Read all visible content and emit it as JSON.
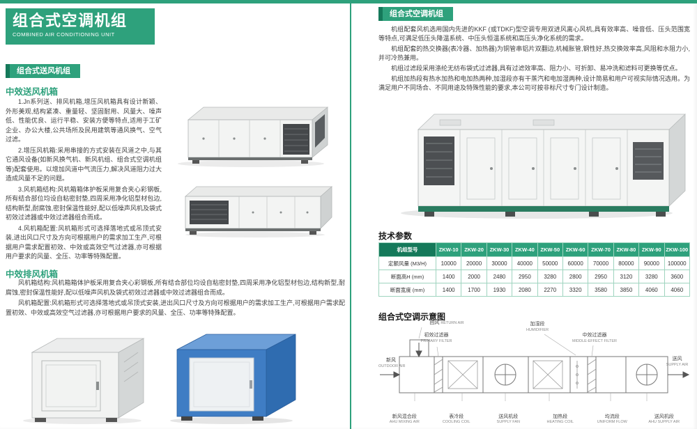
{
  "colors": {
    "accent": "#2ea17c",
    "accent_dark": "#15795a"
  },
  "left": {
    "header": {
      "title_cn": "组合式空调机组",
      "title_en": "COMBINED AIR CONDITIONING UNIT"
    },
    "section_label": "组合式送风机组",
    "supply_box": {
      "heading": "中效送风机箱",
      "paragraphs": [
        "1.Jn系列送、排风机箱,增压风机箱具有设计新颖、外形美观,结构紧凑、重量轻、坚固耐用、风量大、噪声低、性能优良、运行平稳、安装方便等特点,适用于工矿企业、办公大楼,公共场所及民用建筑等通风换气、空气过滤。",
        "2.增压风机箱:采用串接的方式安装在风道之中,与其它通风设备(如新风换气机、新风机组、组合式空调机组等)配套使用。以增加风道中气流压力,解决风道阻力过大造成风量不足的问题。",
        "3.风机箱结构:风机箱箱体护板采用复合夹心彩钢板,所有结合部位均设自粘密封垫,四周采用净化铝型材包边,结构新型,耐腐蚀,密封保温性能好,配以低噪声风机及袋式初效过滤器或中效过滤器组合而成。",
        "4.风机箱配置:风机箱形式可选择落地式或吊顶式安装,进出风口尺寸及方向可根据用户的需求加工生产,可根据用户需求配置初效、中效或高效空气过滤器,亦可根据用户要求的风量、全压、功率等特殊配置。"
      ]
    },
    "exhaust_box": {
      "heading": "中效排风机箱",
      "paragraphs": [
        "风机箱结构:风机箱箱体护板采用复合夹心彩钢板,所有结合部位均设自粘密封垫,四周采用净化铝型材包边,结构新型,耐腐蚀,密封保温性能好,配以低噪声风机及袋式初效过滤器或中效过滤器组合而成。",
        "风机箱配置:风机箱形式可选择落地式或吊顶式安装,进出风口尺寸及方向可根据用户的需求加工生产,可根据用户需求配置初效、中效或高效空气过滤器,亦可根据用户要求的风量、全压、功率等特殊配置。"
      ]
    }
  },
  "right": {
    "section_label": "组合式空调机组",
    "paragraphs": [
      "机组配套风机选用国内先进的KKF (或TDKF)型空调专用双进风离心风机,具有效率高、噪音低、压头范围宽等特点,可满足低压头降温系统、中压头恒温系统和高压头净化系统的需求。",
      "机组配套的热交换器(表冷器、加热器)为铜管串铝片双翻边,机械胀管,钢性好,热交换效率高,风阻和水阻力小,并可冷热兼用。",
      "机组过滤段采用涤纶无纺布袋式过滤器,具有过滤效率高、阻力小、可折卸、易冲洗和滤料可更换等优点。",
      "机组加热段有热水加热和电加热两种,加湿段亦有干蒸汽和电加湿两种,设计简易和用户可视实际情况选用。为满足用户不同场合、不同用途及特殊性能的要求,本公司可按非标尺寸专门设计制造。"
    ],
    "tech": {
      "heading": "技术参数",
      "table": {
        "header": [
          "机组型号",
          "ZKW-10",
          "ZKW-20",
          "ZKW-30",
          "ZKW-40",
          "ZKW-50",
          "ZKW-60",
          "ZKW-70",
          "ZKW-80",
          "ZKW-90",
          "ZKW-100"
        ],
        "rows": [
          {
            "label": "定额风量 (M3/H)",
            "values": [
              "10000",
              "20000",
              "30000",
              "40000",
              "50000",
              "60000",
              "70000",
              "80000",
              "90000",
              "100000"
            ]
          },
          {
            "label": "断面高H (mm)",
            "values": [
              "1400",
              "2000",
              "2480",
              "2950",
              "3280",
              "2800",
              "2950",
              "3120",
              "3280",
              "3600"
            ]
          },
          {
            "label": "断面宽度 (mm)",
            "values": [
              "1400",
              "1700",
              "1930",
              "2080",
              "2270",
              "3320",
              "3580",
              "3850",
              "4060",
              "4060"
            ]
          }
        ]
      }
    },
    "diagram": {
      "heading": "组合式空调示意图",
      "top_labels": [
        {
          "cn": "回风",
          "en": "RETURN AIR"
        },
        {
          "cn": "初效过滤器",
          "en": "PRIMARY FILTER"
        },
        {
          "cn": "加湿段",
          "en": "HUMIDIFIER"
        },
        {
          "cn": "中效过滤器",
          "en": "MIDDLE-EFFECT FILTER"
        }
      ],
      "left_label": {
        "cn": "新风",
        "en": "OUTDOOR AIR"
      },
      "right_label": {
        "cn": "送风",
        "en": "SUPPLY AIR"
      },
      "bottom_labels": [
        {
          "cn": "新风混合段",
          "en": "AHU MIXING AIR"
        },
        {
          "cn": "表冷段",
          "en": "COOLING COIL"
        },
        {
          "cn": "送风机段",
          "en": "SUPPLY FAN"
        },
        {
          "cn": "加热段",
          "en": "HEATING COIL"
        },
        {
          "cn": "均流段",
          "en": "UNIFORM FLOW"
        },
        {
          "cn": "送风机段",
          "en": "AHU SUPPLY AIR"
        }
      ]
    }
  }
}
